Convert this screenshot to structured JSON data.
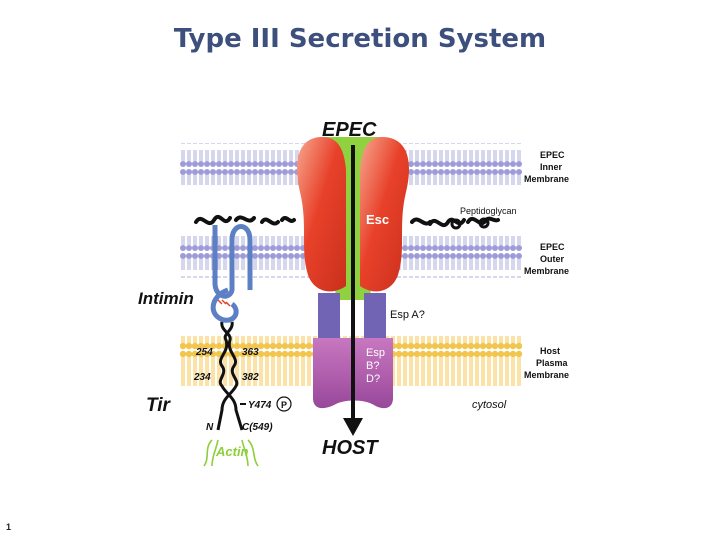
{
  "slide": {
    "title": "Type III Secretion System",
    "number": "1"
  },
  "labels": {
    "epec": "EPEC",
    "host": "HOST",
    "esc": "Esc",
    "peptidoglycan": "Peptidoglycan",
    "epec_inner_1": "EPEC",
    "epec_inner_2": "Inner",
    "epec_inner_3": "Membrane",
    "epec_outer_1": "EPEC",
    "epec_outer_2": "Outer",
    "epec_outer_3": "Membrane",
    "host_pm_1": "Host",
    "host_pm_2": "Plasma",
    "host_pm_3": "Membrane",
    "esp_a": "Esp A?",
    "esp_b1": "Esp",
    "esp_b2": "B?",
    "esp_b3": "D?",
    "cytosol": "cytosol",
    "intimin": "Intimin",
    "tir": "Tir",
    "res_254": "254",
    "res_363": "363",
    "res_234": "234",
    "res_382": "382",
    "y474": "Y474",
    "p": "P",
    "n_term": "N",
    "c_term": "C(549)",
    "actin": "Actin"
  },
  "colors": {
    "title": "#3d4f7c",
    "bacterial_membrane": "#9d9bd8",
    "host_membrane": "#f2c54e",
    "esc_channel": "#e8412a",
    "needle": "#8fd13f",
    "esp_a": "#7264b4",
    "esp_bd": "#b05ca8",
    "intimin": "#5d7fc4",
    "actin": "#8ccf3a"
  }
}
